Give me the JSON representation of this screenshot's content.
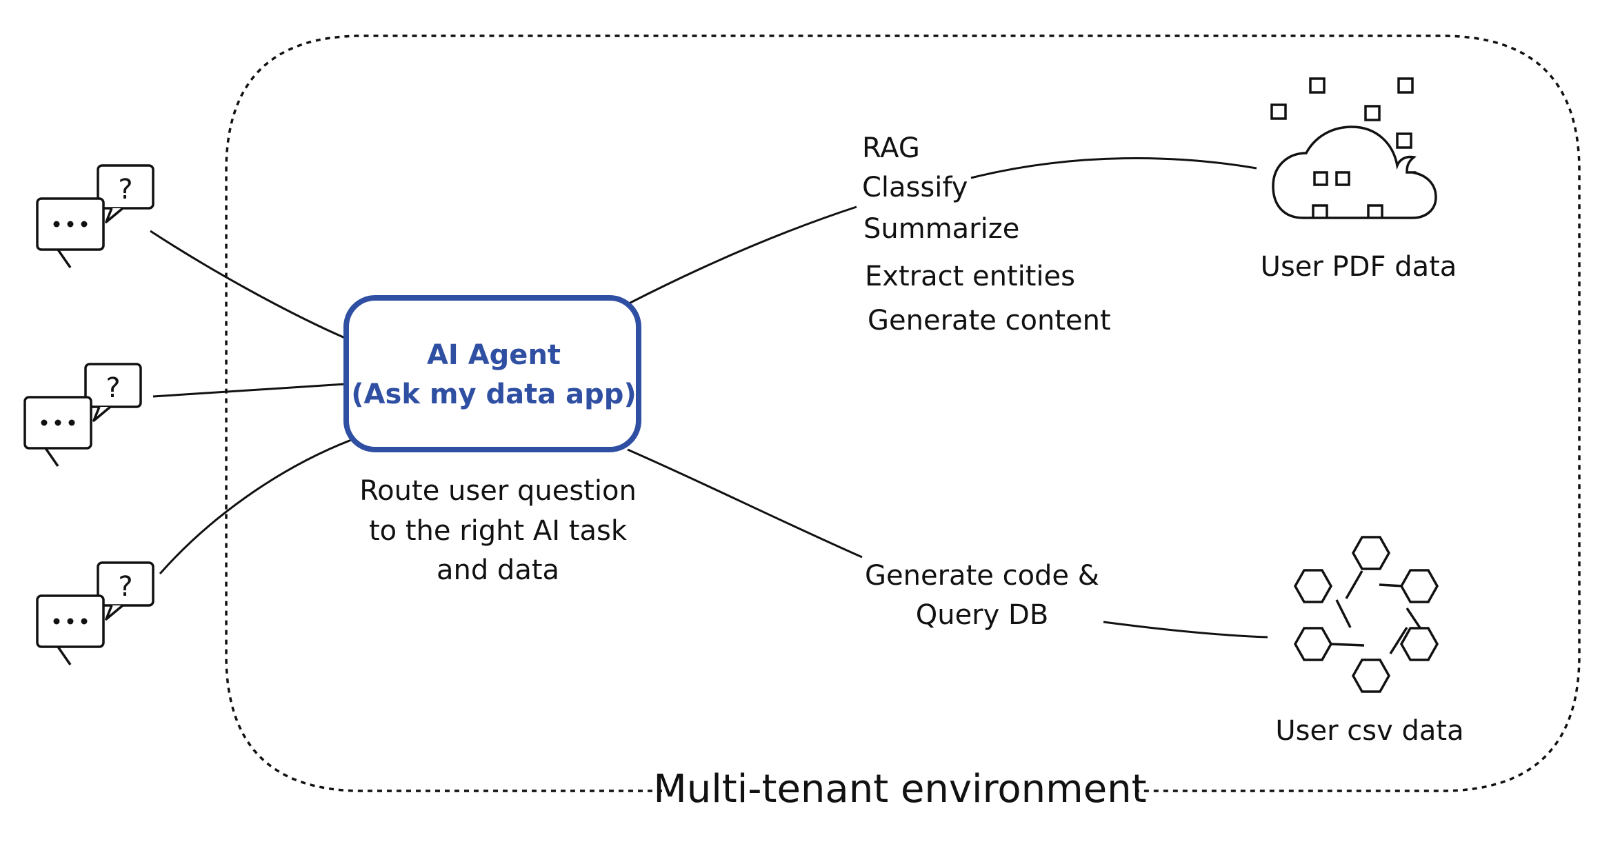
{
  "environment": {
    "label": "Multi-tenant environment"
  },
  "agent": {
    "title_line1": "AI Agent",
    "title_line2": "(Ask my data app)",
    "caption": [
      "Route user question",
      "to the right AI task",
      "and data"
    ],
    "accent_color": "#2f4fa2"
  },
  "users": [
    {
      "name": "user-chat-1",
      "icon": "chat-question-icon"
    },
    {
      "name": "user-chat-2",
      "icon": "chat-question-icon"
    },
    {
      "name": "user-chat-3",
      "icon": "chat-question-icon"
    }
  ],
  "pdf_tasks": [
    "RAG",
    "Classify",
    "Summarize",
    "Extract entities",
    "Generate content"
  ],
  "pdf_source": {
    "label": "User PDF data",
    "icon": "cloud-data-icon"
  },
  "csv_task": [
    "Generate code &",
    "Query DB"
  ],
  "csv_source": {
    "label": "User csv data",
    "icon": "hexagon-network-icon"
  }
}
